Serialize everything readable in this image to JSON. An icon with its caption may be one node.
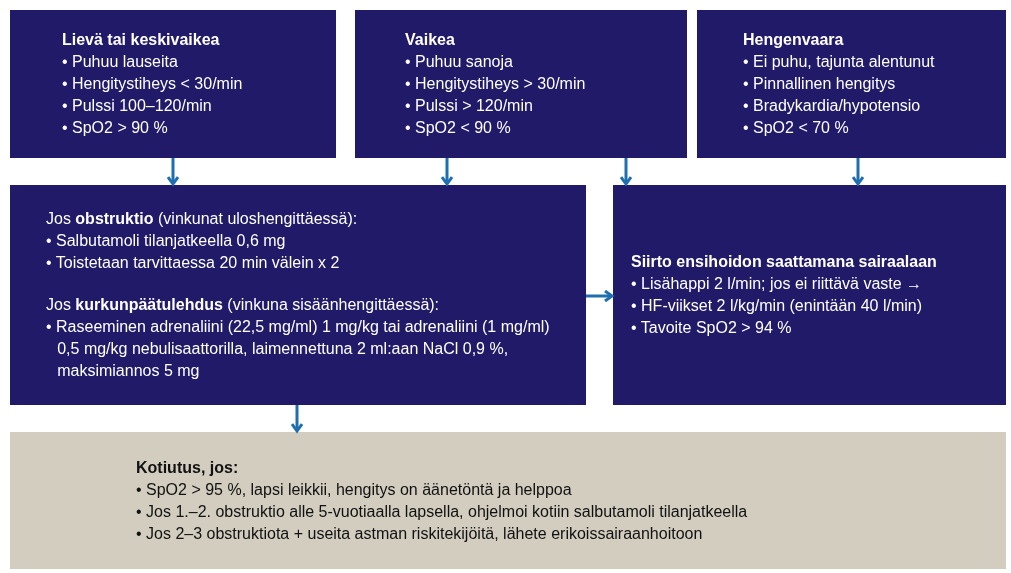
{
  "diagram": {
    "nodes": [
      {
        "text": [
          "Lievä tai keskivaikea",
          "• Puhuu lauseita",
          "• Hengitystiheys < 30/min",
          "• Pulssi 100–120/min",
          "• SpO2 > 90 %"
        ]
      },
      {
        "text": [
          "Vaikea",
          "• Puhuu sanoja",
          "• Hengitystiheys > 30/min",
          "• Pulssi > 120/min",
          "• SpO2 < 90 %"
        ]
      },
      {
        "text": [
          "Hengenvaara",
          "• Ei puhu, tajunta alentunut",
          "• Pinnallinen hengitys",
          "• Bradykardia/hypotensio",
          "• SpO2 < 70 %"
        ]
      },
      {
        "text": [
          "Jos **obstruktio** (vinkunat uloshengittäessä):",
          "• Salbutamoli tilanjatkeella 0,6 mg",
          "• Toistetaan tarvittaessa 20 min välein x 2",
          "Jos **kurkunpäätulehdus** (vinkuna sisäänhengittäessä):",
          "• Raseeminen adrenaliini (22,5 mg/ml) 1 mg/kg tai adrenaliini (1 mg/ml) 0,5 mg/kg nebulisaattorilla, laimennettuna 2 ml:aan NaCl 0,9 %, maksimiannos 5 mg"
        ]
      },
      {
        "text": [
          "Siirto ensihoidon saattamana sairaalaan",
          "• Lisähappi 2 l/min; jos ei riittävä vaste →",
          "• HF-viikset 2 l/kg/min (enintään 40 l/min)",
          "• Tavoite SpO2 > 94 %"
        ]
      },
      {
        "text": [
          "Kotiutus, jos:",
          "• SpO2 > 95 %, lapsi leikkii, hengitys on äänetöntä ja helppoa",
          "• Jos 1.–2. obstruktio alle 5-vuotiaalla lapsella, ohjelmoi kotiin salbutamoli tilanjatkeella",
          "• Jos 2–3 obstruktiota + useita astman riskitekijöitä, lähete erikoissairaanhoitoon"
        ]
      }
    ],
    "edges": [
      {
        "from": 0,
        "to": 3,
        "arrow": "to"
      },
      {
        "from": 1,
        "to": 3,
        "arrow": "to"
      },
      {
        "from": 1,
        "to": 4,
        "arrow": "to"
      },
      {
        "from": 2,
        "to": 4,
        "arrow": "to"
      },
      {
        "from": 3,
        "to": 4,
        "arrow": "to"
      },
      {
        "from": 3,
        "to": 5,
        "arrow": "to"
      }
    ]
  }
}
